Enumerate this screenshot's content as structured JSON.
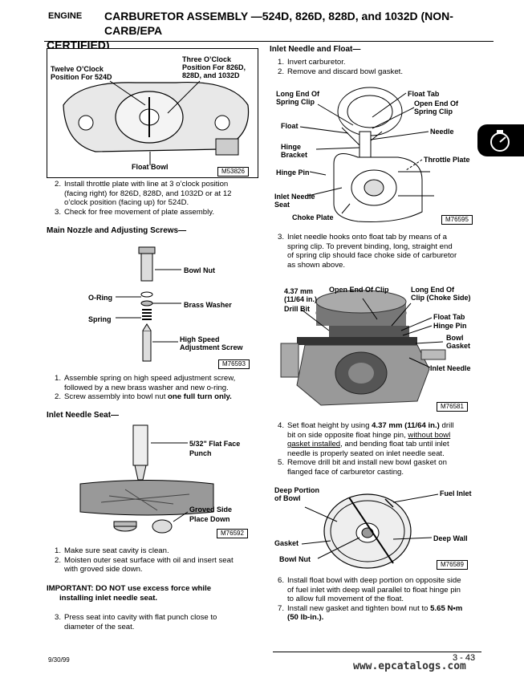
{
  "header": {
    "section": "ENGINE",
    "title_line1": "CARBURETOR ASSEMBLY —524D, 826D, 828D, and 1032D (NON-CARB/EPA",
    "title_line2": "CERTIFIED)"
  },
  "left": {
    "fig1": {
      "labels": [
        "Twelve O’Clock",
        "Position For 524D",
        "Three O’Clock",
        "Position For 826D,",
        "828D, and 1032D",
        "Float Bowl"
      ],
      "id": "M53826"
    },
    "steps_a": [
      {
        "n": "2.",
        "lines": [
          "Install throttle plate with line at 3 o’clock position",
          "(facing right) for 826D, 828D, and 1032D or at 12",
          "o’clock position (facing up) for 524D."
        ]
      },
      {
        "n": "3.",
        "lines": [
          "Check for free movement of plate assembly."
        ]
      }
    ],
    "nozzle_heading": "Main Nozzle and Adjusting Screws—",
    "fig2": {
      "labels": [
        "Bowl Nut",
        "O-Ring",
        "Brass Washer",
        "Spring",
        "High Speed",
        "Adjustment Screw"
      ],
      "id": "M76593"
    },
    "steps_b": [
      {
        "n": "1.",
        "lines": [
          "Assemble spring on high speed adjustment screw,",
          "followed by a new brass washer and new o-ring."
        ]
      },
      {
        "n": "2.",
        "lines": [
          "Screw assembly into bowl nut ",
          "one full turn only."
        ]
      }
    ],
    "seat_heading": "Inlet Needle Seat—",
    "fig3": {
      "labels": [
        "5/32\" Flat Face",
        "Punch",
        "Groved Side",
        "Place Down"
      ],
      "id": "M76592"
    },
    "steps_c": [
      {
        "n": "1.",
        "lines": [
          "Make sure seat cavity is clean."
        ]
      },
      {
        "n": "2.",
        "lines": [
          "Moisten outer seat surface with oil and insert seat",
          "with groved side down."
        ]
      }
    ],
    "important": [
      "IMPORTANT:  DO NOT use excess force while",
      "installing inlet needle seat."
    ],
    "steps_d": [
      {
        "n": "3.",
        "lines": [
          "Press seat into cavity with flat punch close to",
          "diameter of the seat."
        ]
      }
    ]
  },
  "right": {
    "float_heading": "Inlet Needle and Float—",
    "steps_a": [
      {
        "n": "1.",
        "lines": [
          "Invert carburetor."
        ]
      },
      {
        "n": "2.",
        "lines": [
          "Remove and discard bowl gasket."
        ]
      }
    ],
    "fig4": {
      "labels": [
        "Long End Of",
        "Spring Clip",
        "Float Tab",
        "Open End Of",
        "Spring Clip",
        "Float",
        "Needle",
        "Hinge",
        "Bracket",
        "Throttle Plate",
        "Hinge Pin",
        "Inlet Needle",
        "Seat",
        "Choke Plate"
      ],
      "id": "M76595"
    },
    "steps_b": [
      {
        "n": "3.",
        "lines": [
          "Inlet needle hooks onto float tab by means of a",
          "spring clip. To prevent binding, long, straight end",
          "of spring clip should face choke side of carburetor",
          "as shown above."
        ]
      }
    ],
    "fig5": {
      "labels": [
        "4.37 mm",
        "(11/64 in.)",
        "Drill Bit",
        "Open End Of Clip",
        "Long End Of",
        "Clip (Choke Side)",
        "Float Tab",
        "Hinge Pin",
        "Bowl",
        "Gasket",
        "Inlet Needle"
      ],
      "id": "M76581"
    },
    "steps_c": [
      {
        "n": "4.",
        "l1a": "Set float height by using ",
        "l1b": "4.37 mm (11/64 in.)",
        "l1c": " drill",
        "l2a": "bit on side opposite float hinge pin, ",
        "l2b": "without bowl",
        "l3a": "gasket installed",
        "l3b": ", and bending float tab until inlet",
        "l4": "needle is properly seated on inlet needle seat."
      },
      {
        "n": "5.",
        "lines": [
          "Remove drill bit and install new bowl gasket on",
          "flanged face of carburetor casting."
        ]
      }
    ],
    "fig6": {
      "labels": [
        "Deep Portion",
        "of Bowl",
        "Fuel Inlet",
        "Deep Wall",
        "Gasket",
        "Bowl Nut"
      ],
      "id": "M76589"
    },
    "steps_d": [
      {
        "n": "6.",
        "lines": [
          "Install float bowl with deep portion on opposite side",
          "of fuel inlet with deep wall parallel to float hinge pin",
          "to allow full movement of the float."
        ]
      },
      {
        "n": "7.",
        "lines": [
          "Install new gasket and tighten bowl nut to ",
          "5.65 N•m",
          "(50 lb-in.)."
        ]
      }
    ]
  },
  "footer": {
    "date": "9/30/99",
    "page": "3 - 43",
    "url": "www.epcatalogs.com"
  },
  "tab_icon": "engine-section-icon"
}
